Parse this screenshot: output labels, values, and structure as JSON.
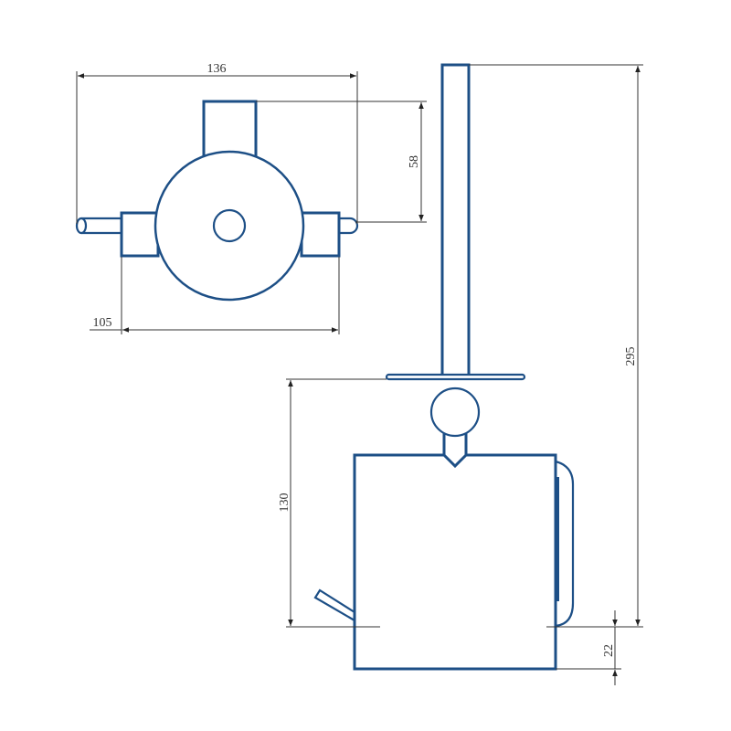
{
  "drawing": {
    "dimensions": {
      "overall_width": "136",
      "wall_depth": "58",
      "flange_width": "105",
      "total_height": "295",
      "holder_height": "130",
      "bottom_offset": "22"
    },
    "colors": {
      "part": "#1d4f86",
      "dimension": "#333333"
    }
  }
}
